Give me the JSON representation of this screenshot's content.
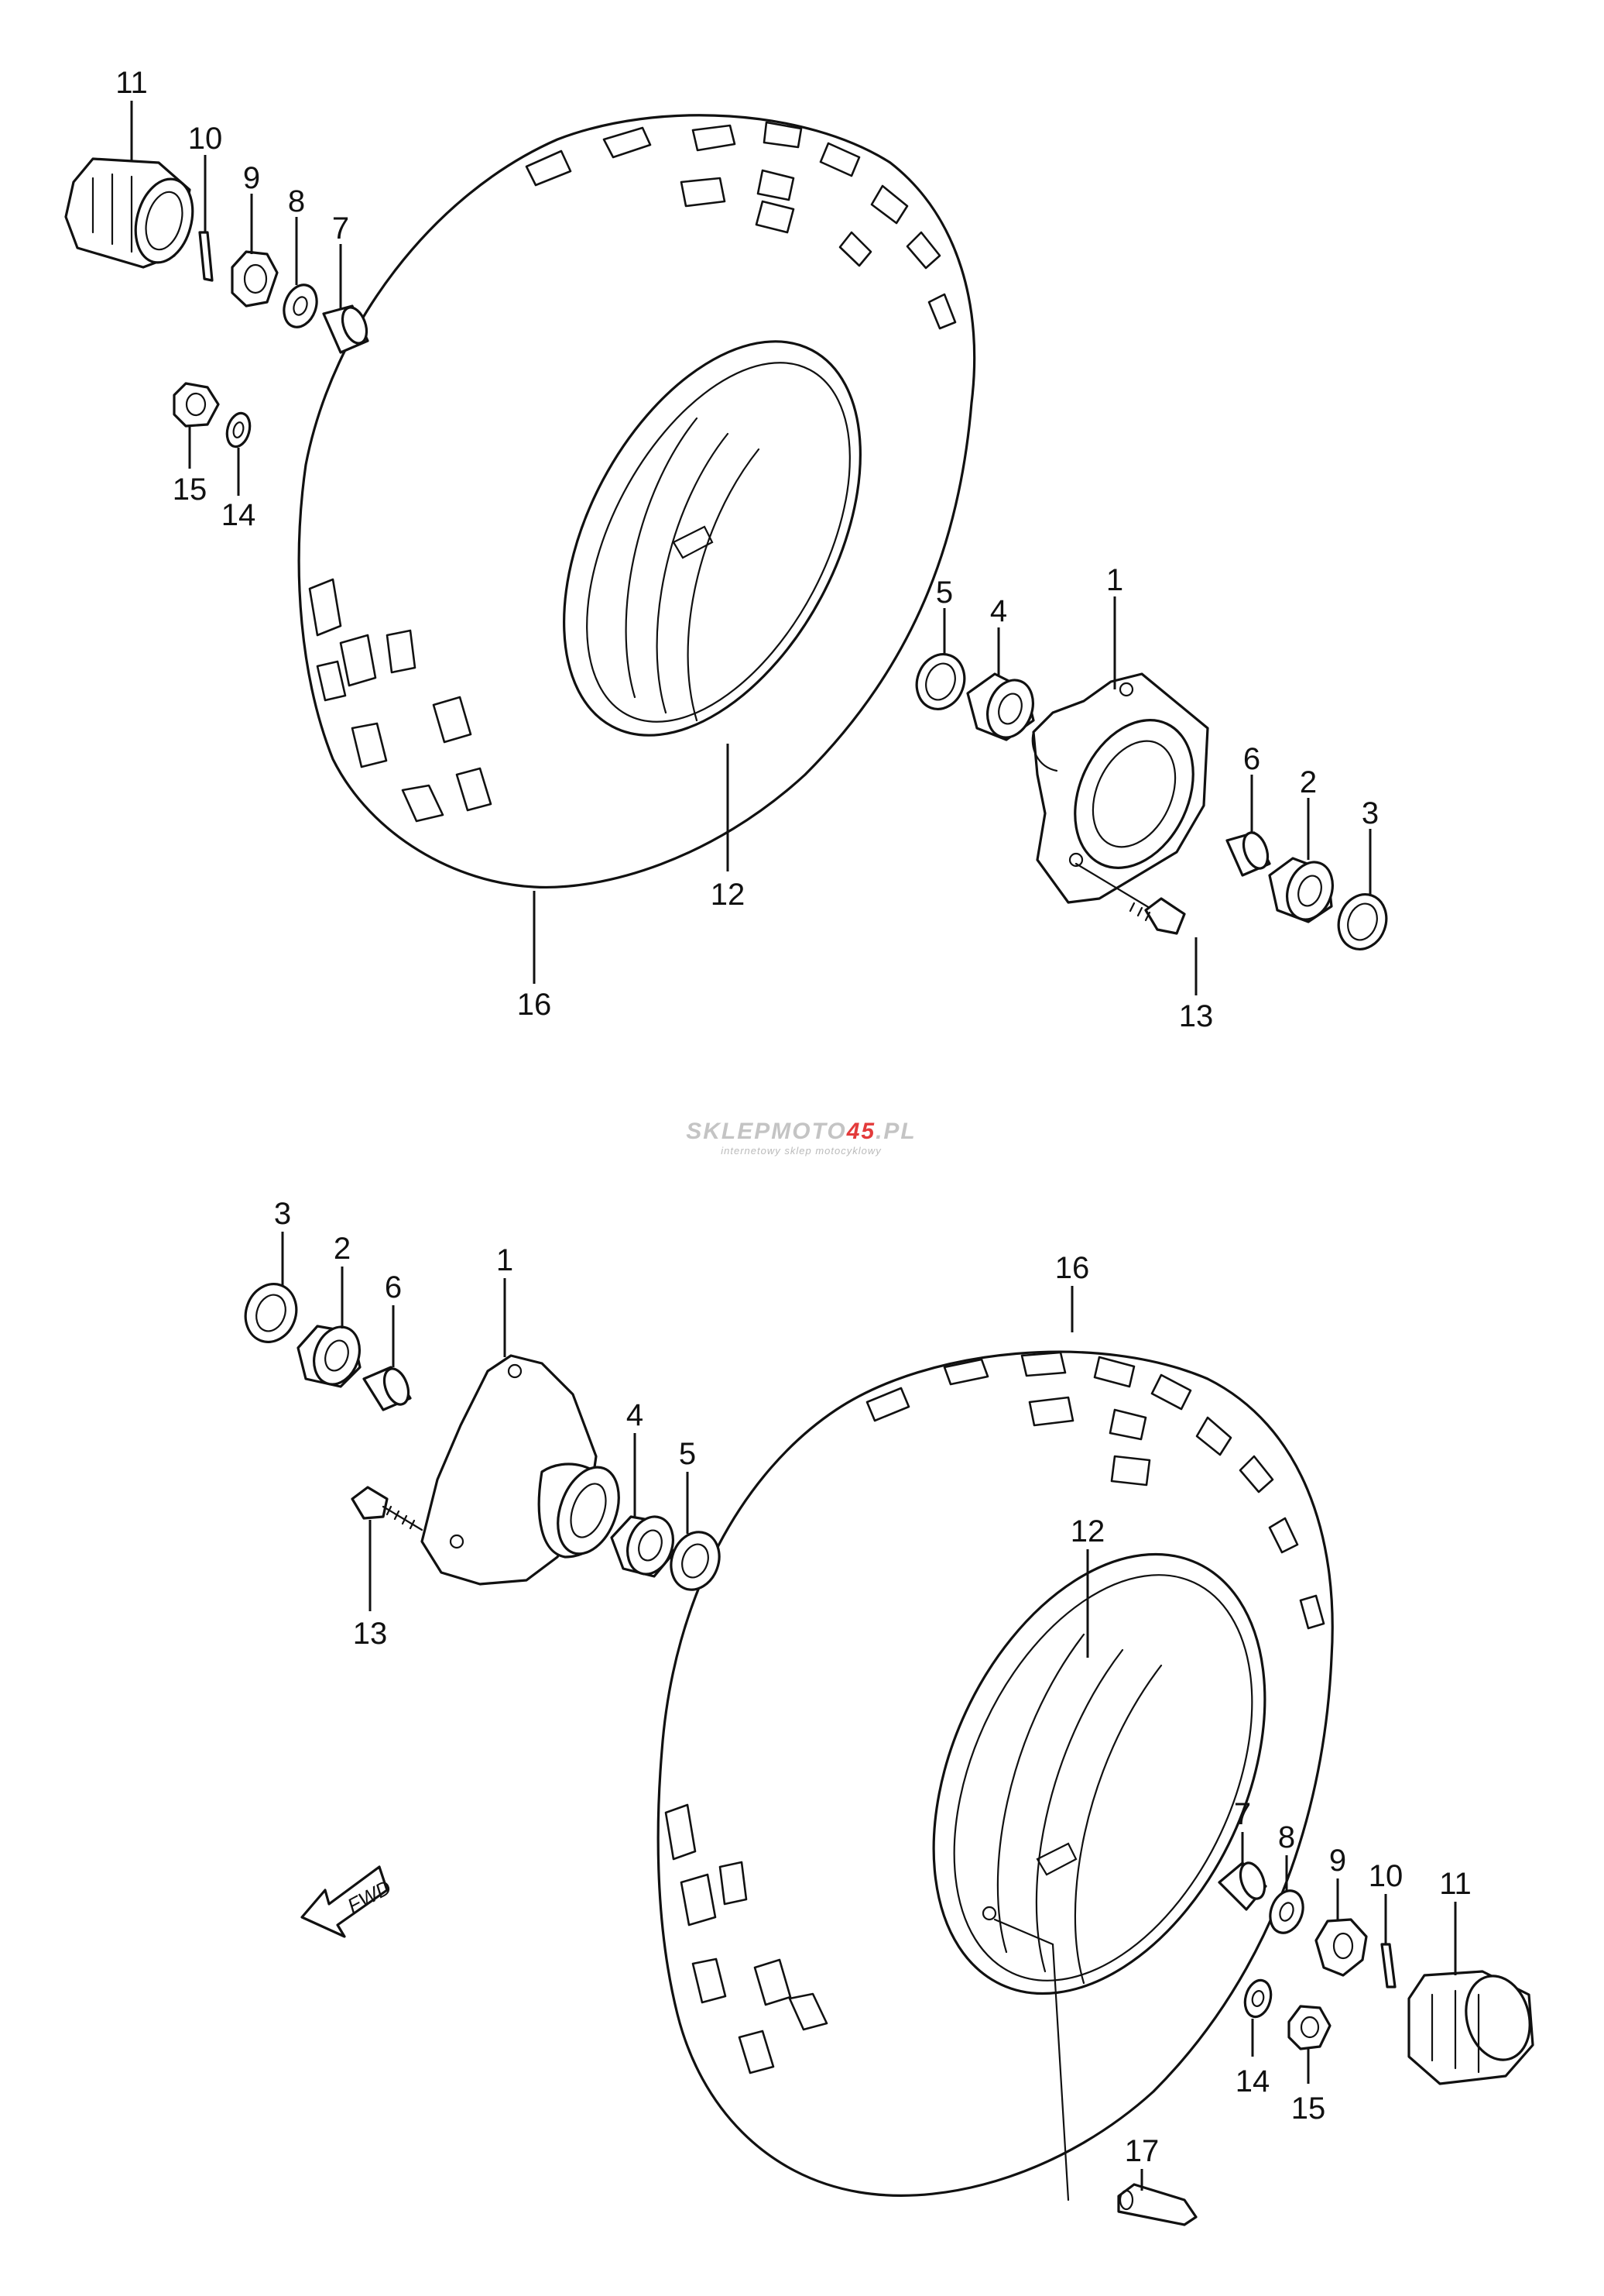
{
  "diagram": {
    "callout_labels": {
      "top": {
        "p1": "1",
        "p2": "2",
        "p3": "3",
        "p4": "4",
        "p5": "5",
        "p6": "6",
        "p7": "7",
        "p8": "8",
        "p9": "9",
        "p10": "10",
        "p11": "11",
        "p12": "12",
        "p13": "13",
        "p14": "14",
        "p15": "15",
        "p16": "16"
      },
      "bottom": {
        "p1": "1",
        "p2": "2",
        "p3": "3",
        "p4": "4",
        "p5": "5",
        "p6": "6",
        "p7": "7",
        "p8": "8",
        "p9": "9",
        "p10": "10",
        "p11": "11",
        "p12": "12",
        "p13": "13",
        "p14": "14",
        "p15": "15",
        "p16": "16",
        "p17": "17"
      }
    },
    "direction_arrow": {
      "label": "FWD"
    },
    "watermark": {
      "brand_part1": "SKLEPMOTO",
      "brand_part2": "45",
      "brand_part3": ".PL",
      "tagline": "internetowy sklep motocyklowy",
      "colors": {
        "gray": "#c4c4c4",
        "red": "#e33b3b"
      }
    }
  }
}
